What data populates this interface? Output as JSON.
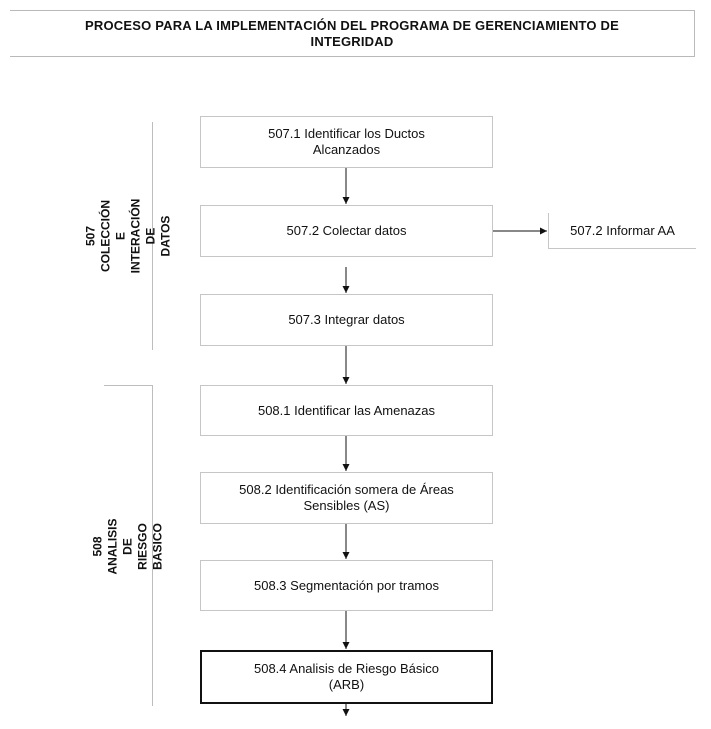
{
  "title": "PROCESO PARA LA IMPLEMENTACIÓN DEL PROGRAMA DE GERENCIAMIENTO DE\nINTEGRIDAD",
  "groups": [
    {
      "label": "507 COLECCIÓN E INTERACIÓN DE\nDATOS"
    },
    {
      "label": "508 ANALISIS DE RIESGO BASICO"
    }
  ],
  "steps": [
    {
      "label": "507.1 Identificar los Ductos\nAlcanzados"
    },
    {
      "label": "507.2 Colectar datos"
    },
    {
      "label": "507.3 Integrar datos"
    },
    {
      "label": "508.1 Identificar las Amenazas"
    },
    {
      "label": "508.2 Identificación somera de Áreas\nSensibles (AS)"
    },
    {
      "label": "508.3 Segmentación  por tramos"
    },
    {
      "label": "508.4 Analisis de  Riesgo Básico\n(ARB)"
    }
  ],
  "side_step": {
    "label": "507.2 Informar AA"
  },
  "colors": {
    "line": "#111111",
    "box_border": "#c6c6c6",
    "final_border": "#111111"
  }
}
